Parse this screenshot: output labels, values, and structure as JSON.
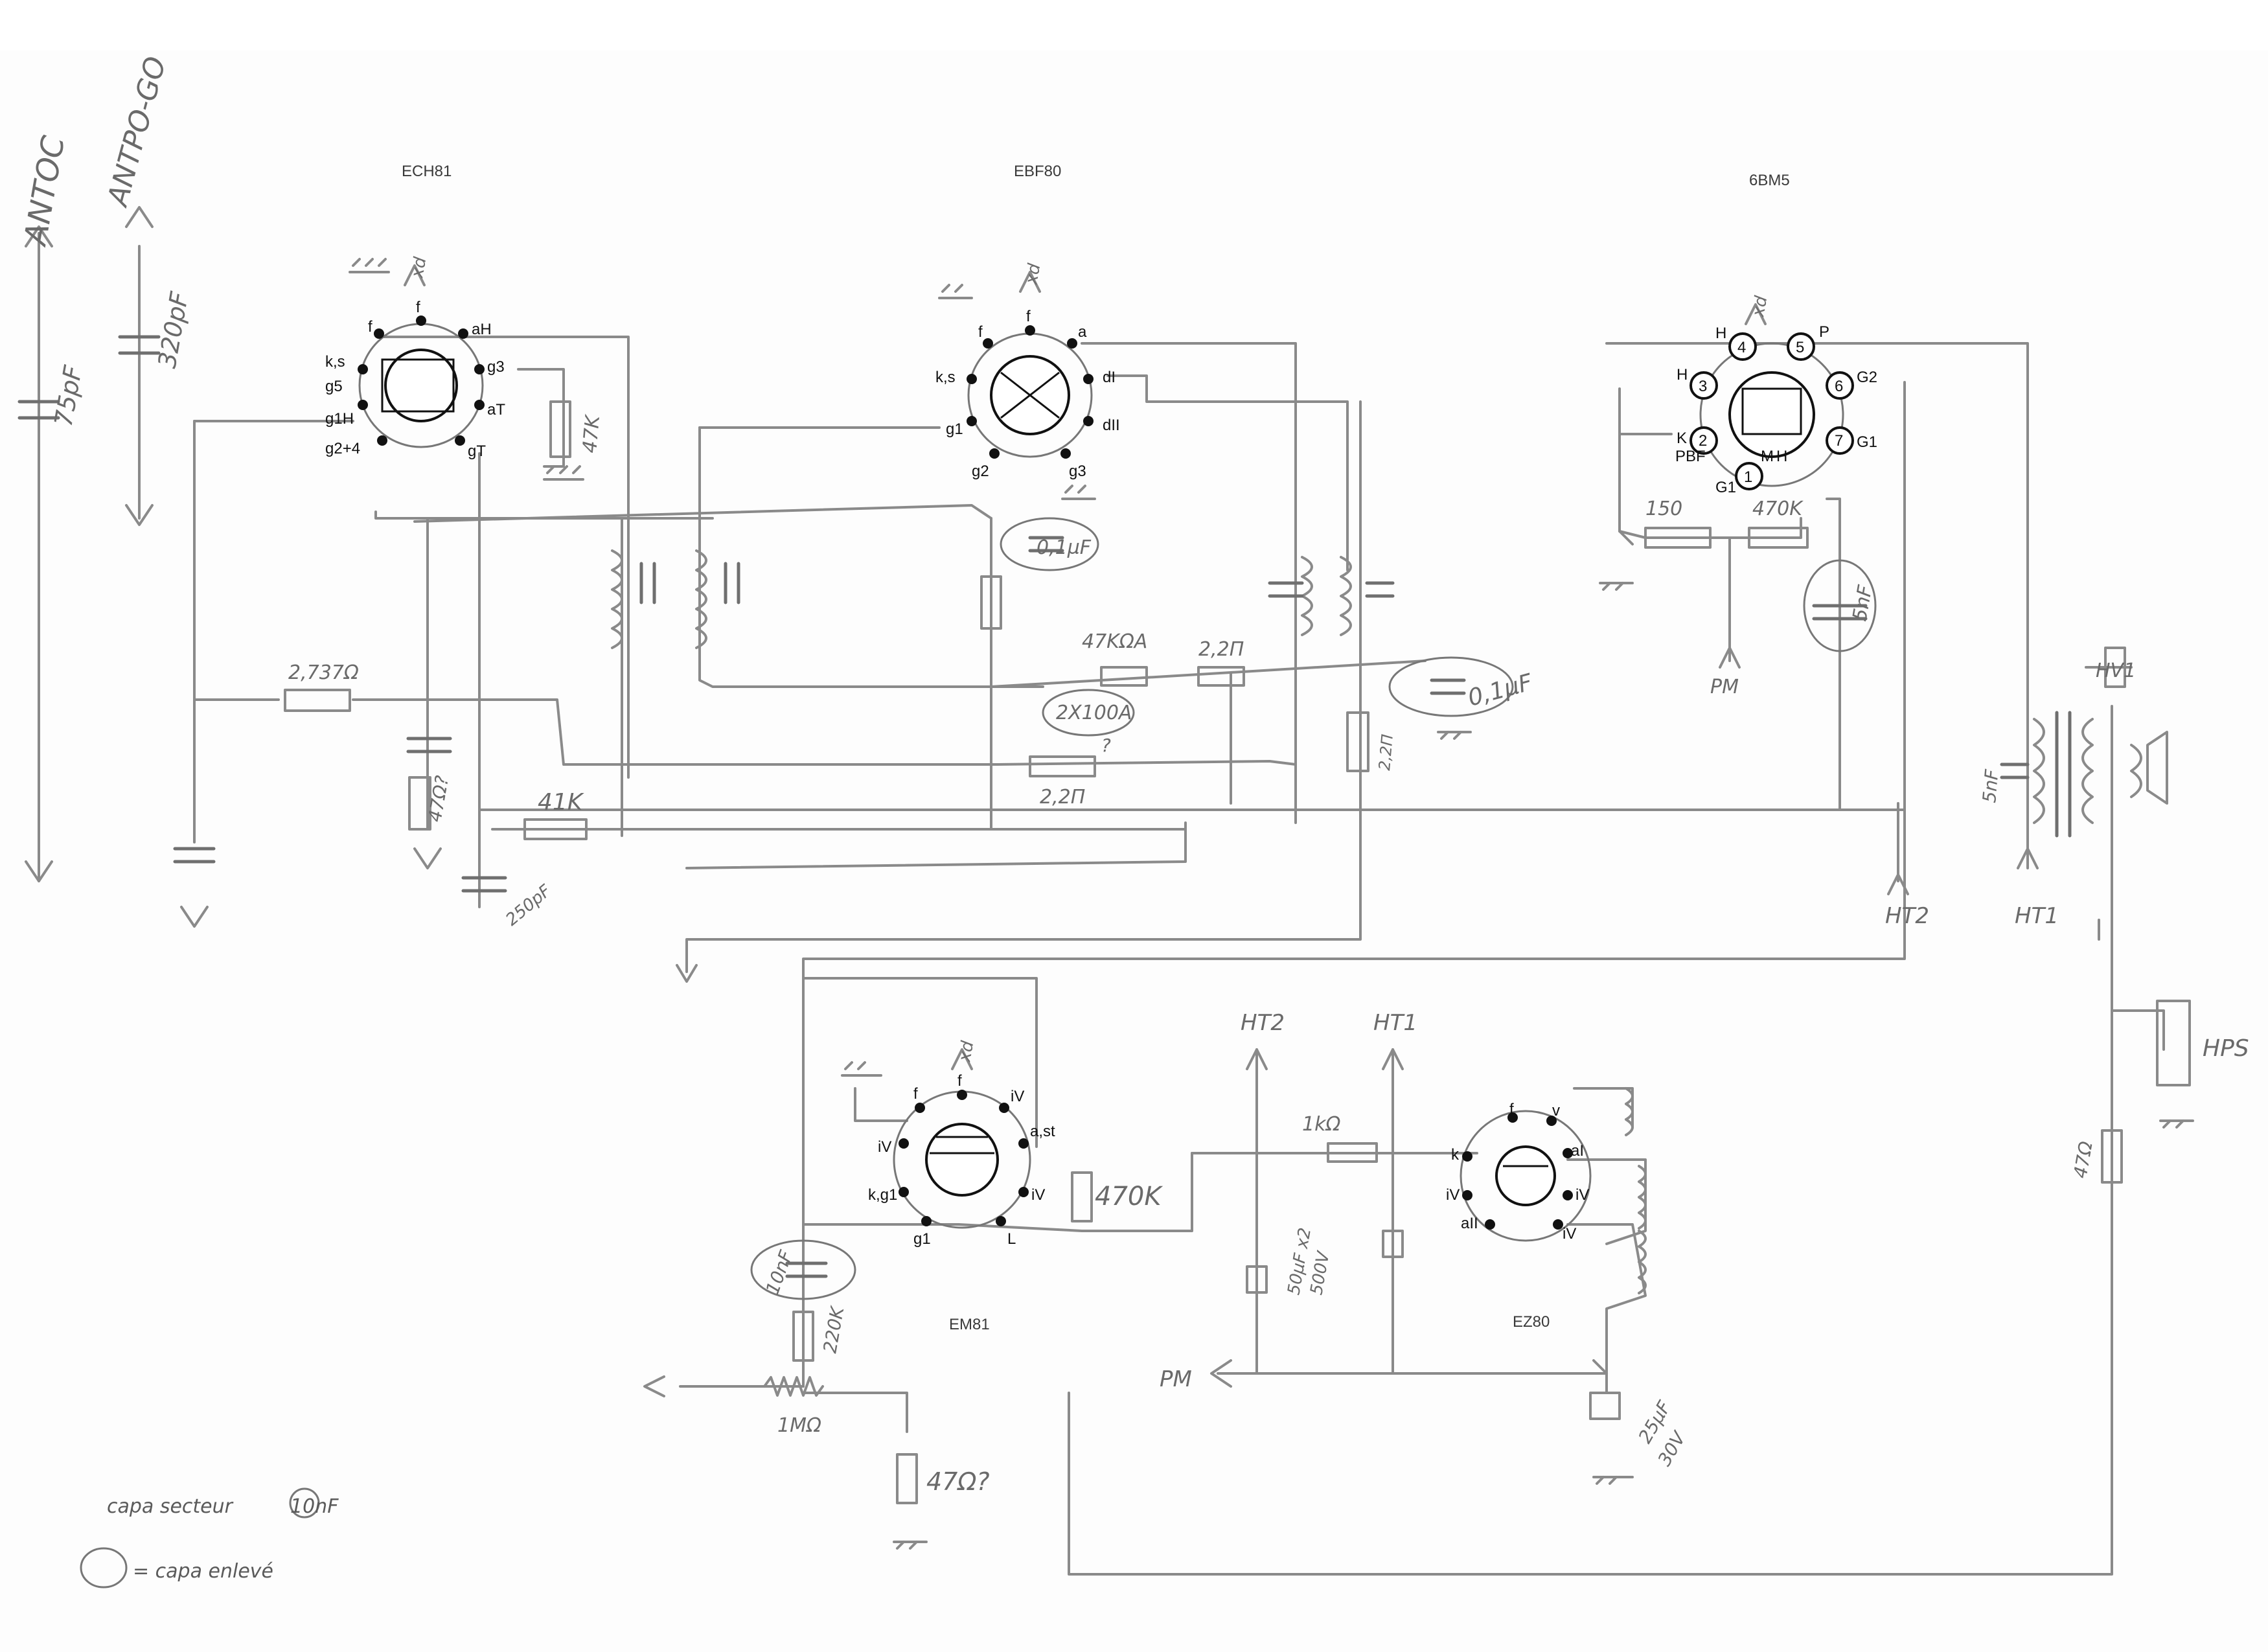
{
  "tubes": {
    "ech81": {
      "name": "ECH81",
      "pins": [
        "f",
        "f",
        "aH",
        "k,s",
        "g5",
        "g3",
        "g1H",
        "aT",
        "g2+4",
        "gT"
      ]
    },
    "ebf80": {
      "name": "EBF80",
      "pins": [
        "f",
        "f",
        "a",
        "k,s",
        "dI",
        "g1",
        "dII",
        "g2",
        "g3"
      ]
    },
    "bm5": {
      "name": "6BM5",
      "pins": [
        "H",
        "4",
        "5",
        "P",
        "H",
        "3",
        "6",
        "G2",
        "K",
        "2",
        "7",
        "G1",
        "PBF",
        "G1",
        "1",
        "M",
        "H"
      ]
    },
    "em81": {
      "name": "EM81",
      "pins": [
        "f",
        "f",
        "iV",
        "iV",
        "a,st",
        "k,g1",
        "iV",
        "g1",
        "L"
      ]
    },
    "ez80": {
      "name": "EZ80",
      "pins": [
        "k",
        "f",
        "v",
        "aI",
        "iV",
        "iV",
        "aII",
        "iV"
      ]
    }
  },
  "antennas": {
    "antoc": "ANTOC",
    "antpo": "ANTPO-GO"
  },
  "components": {
    "c75": "75pF",
    "c320": "320pF",
    "r47k_ech": "47K",
    "r2737": "2,737Ω",
    "r47_ech": "47Ω?",
    "r41k": "41K",
    "c250": "250pF",
    "c01_ebf": "0,1µF",
    "r47kra": "47KΩA",
    "r22_top": "2,2Π",
    "r2x100": "2X100A",
    "q_mark": "?",
    "r22_bot": "2,2Π",
    "c01_mid": "0,1µF",
    "r22_vert": "2,2Π",
    "r150": "150",
    "r470k_bm": "470K",
    "c5n_bm": "5nF",
    "pm_bm": "PM",
    "c5n_out": "5nF",
    "ht2_right": "HT2",
    "ht1_right": "HT1",
    "hps": "HPS",
    "r47_out": "47Ω",
    "r470k_em": "470K",
    "c10n_em": "10nF",
    "r220k": "220K",
    "r1m": "1MΩ",
    "r47_bot": "47Ω?",
    "ht2_psu": "HT2",
    "ht1_psu": "HT1",
    "r1k": "1kΩ",
    "c50": "50µF x2",
    "c50v": "500V",
    "pm_psu": "PM",
    "c25": "25µF",
    "c25v": "30V",
    "xd1": "xd",
    "xd2": "xd",
    "xd3": "xd",
    "xd4": "xd",
    "hv1": "HV1"
  },
  "notes": {
    "capa_secteur": "capa secteur",
    "capa_secteur_val": "10nF",
    "legend": "= capa enlevé"
  }
}
